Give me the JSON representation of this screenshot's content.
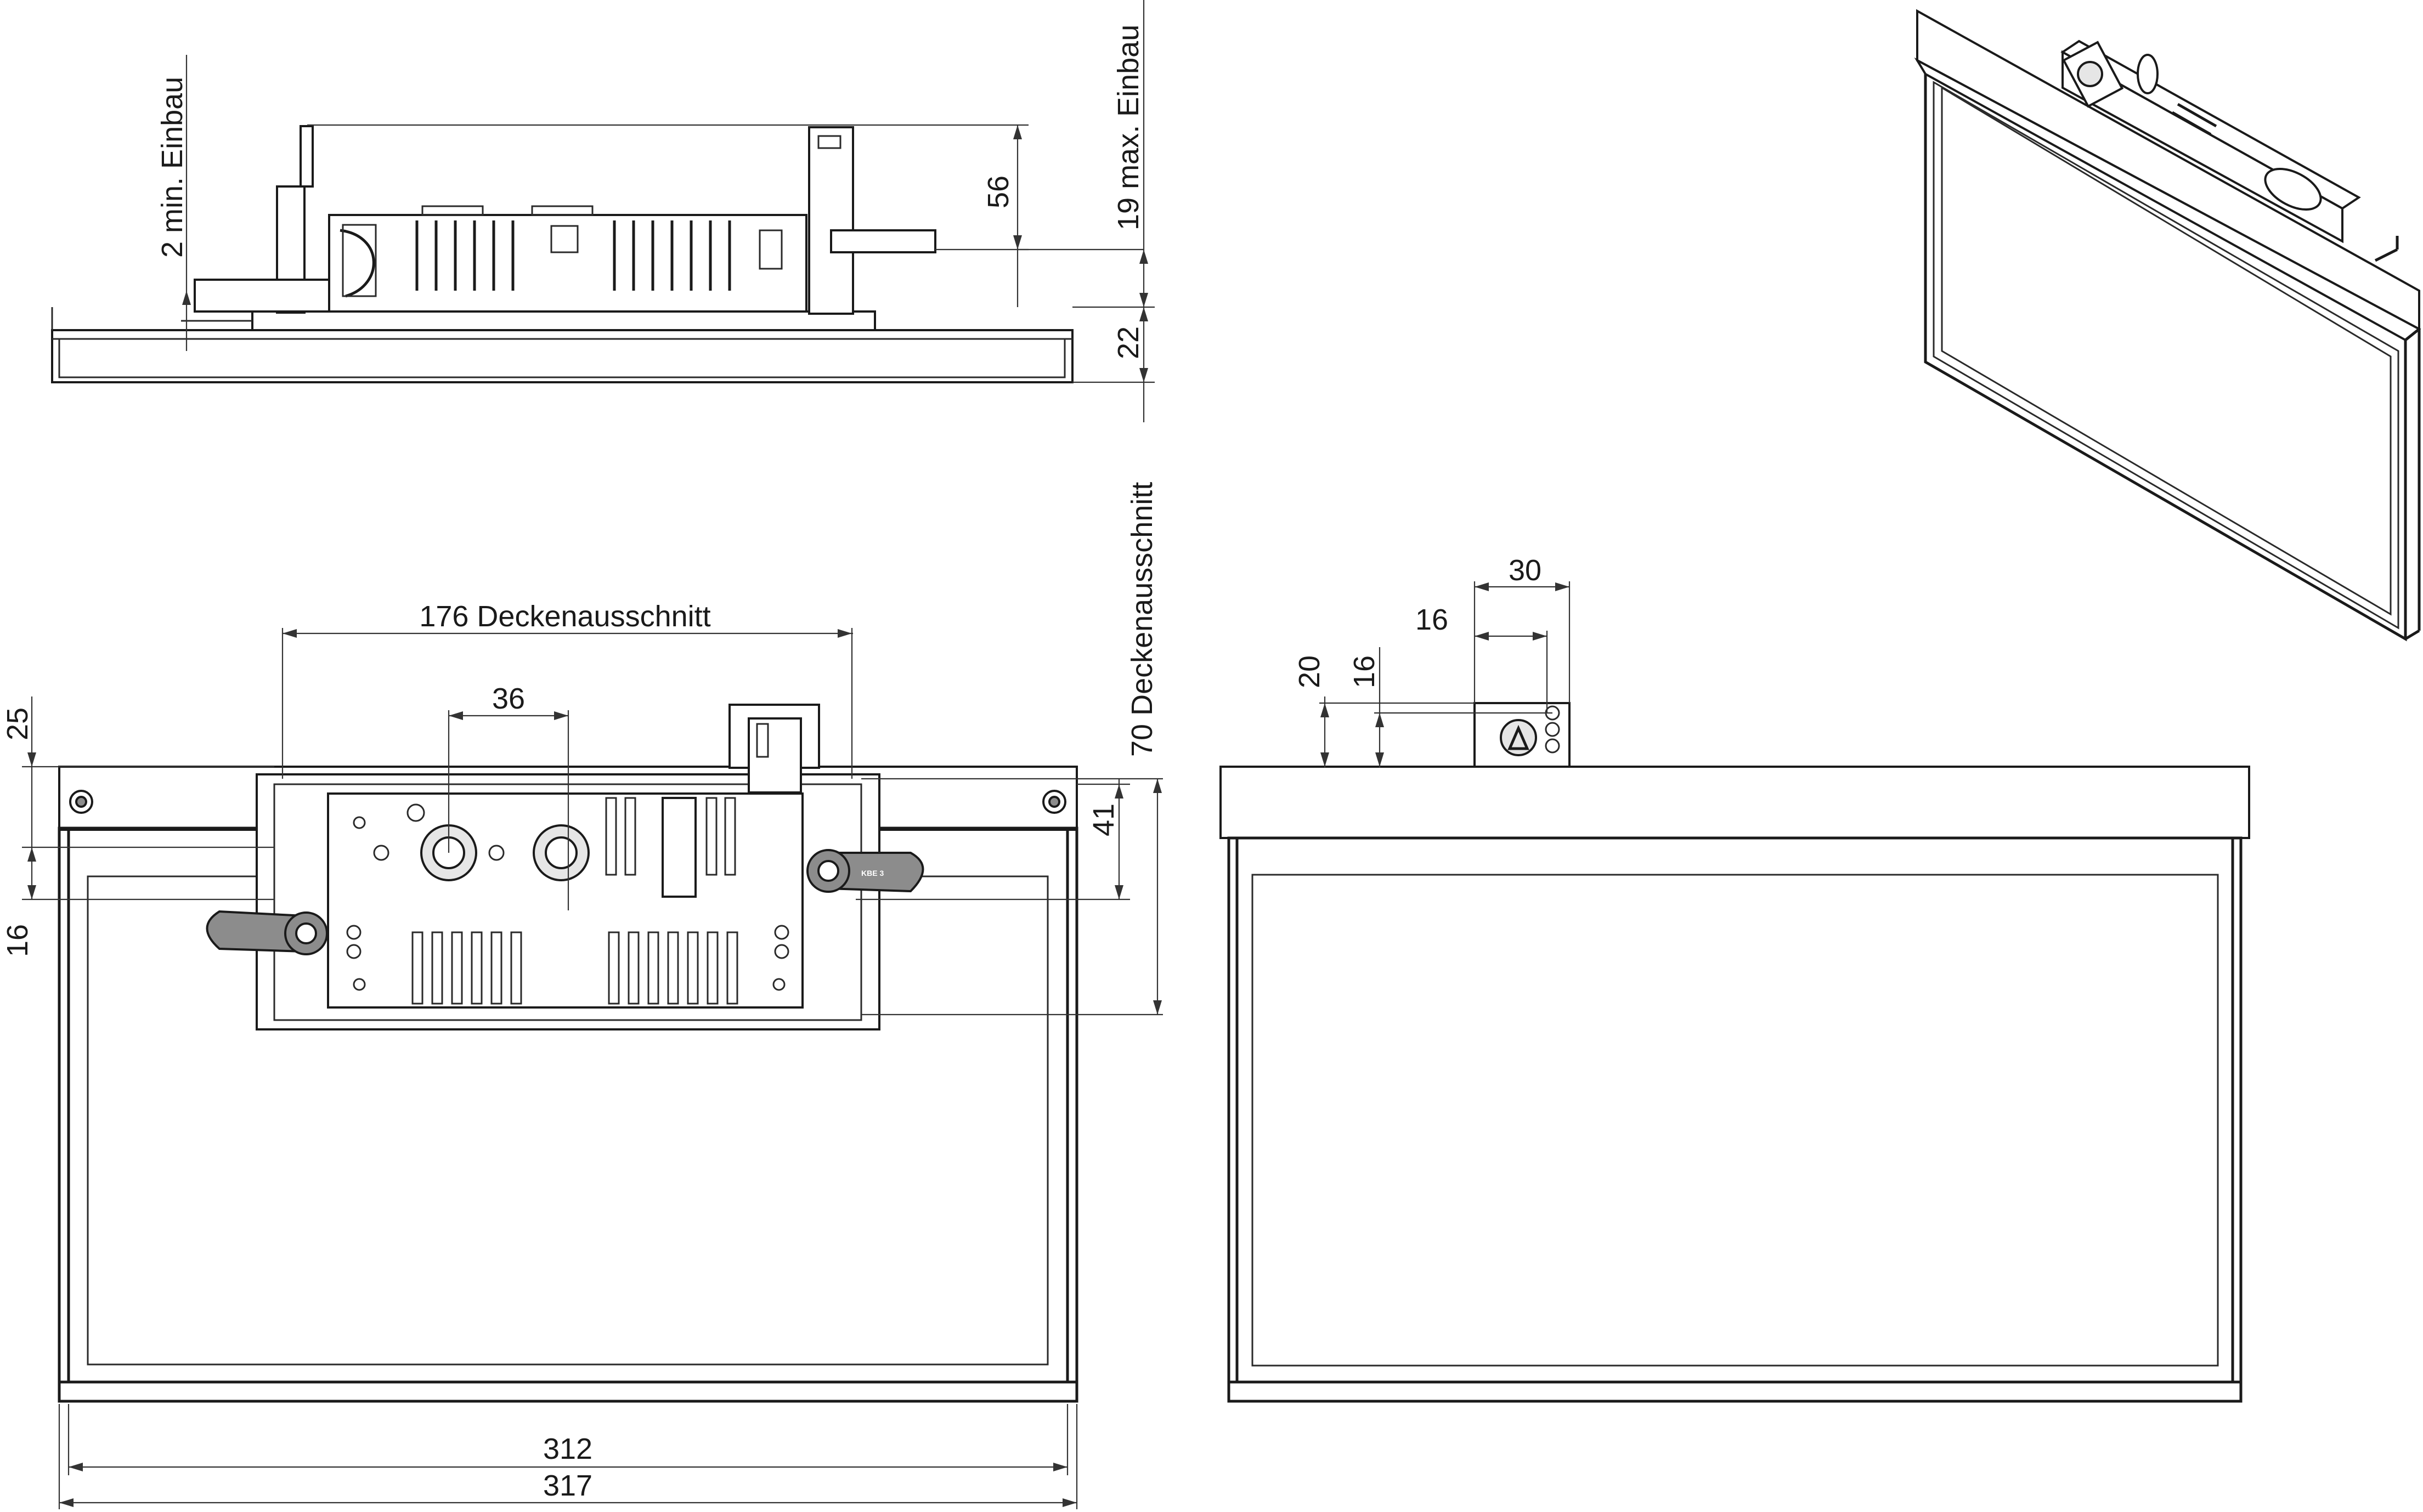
{
  "side_view": {
    "dim_min_einbau": "2 min. Einbau",
    "dim_max_einbau": "19 max. Einbau",
    "dim_56": "56",
    "dim_22": "22"
  },
  "front_view": {
    "dim_cutout_width": "176 Deckenausschnitt",
    "dim_cutout_height": "70 Deckenausschnitt",
    "dim_36": "36",
    "dim_25": "25",
    "dim_16": "16",
    "dim_41": "41",
    "dim_312": "312",
    "dim_317": "317",
    "lever_label": "KBE 3"
  },
  "rear_view": {
    "dim_30": "30",
    "dim_16_top": "16",
    "dim_16_side": "16",
    "dim_20": "20"
  }
}
